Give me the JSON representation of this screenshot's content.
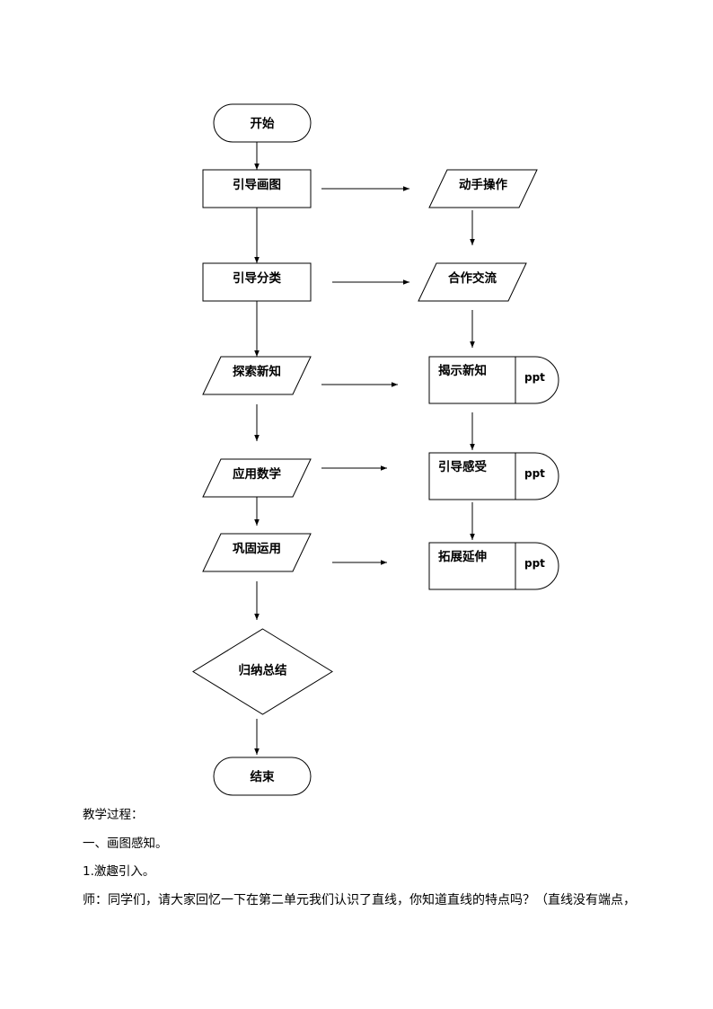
{
  "diagram": {
    "nodes": [
      {
        "id": "start",
        "label": "开始",
        "shape": "terminal"
      },
      {
        "id": "guide-draw",
        "label": "引导画图",
        "shape": "process"
      },
      {
        "id": "hands-on",
        "label": "动手操作",
        "shape": "io"
      },
      {
        "id": "guide-classify",
        "label": "引导分类",
        "shape": "process"
      },
      {
        "id": "cooperate",
        "label": "合作交流",
        "shape": "io"
      },
      {
        "id": "explore",
        "label": "探索新知",
        "shape": "io"
      },
      {
        "id": "reveal",
        "label": "揭示新知",
        "shape": "display",
        "tag": "ppt"
      },
      {
        "id": "apply-math",
        "label": "应用数学",
        "shape": "io"
      },
      {
        "id": "guide-feel",
        "label": "引导感受",
        "shape": "display",
        "tag": "ppt"
      },
      {
        "id": "consolidate",
        "label": "巩固运用",
        "shape": "io"
      },
      {
        "id": "extend",
        "label": "拓展延伸",
        "shape": "display",
        "tag": "ppt"
      },
      {
        "id": "summarize",
        "label": "归纳总结",
        "shape": "decision"
      },
      {
        "id": "end",
        "label": "结束",
        "shape": "terminal"
      }
    ],
    "edges": [
      {
        "from": "start",
        "to": "guide-draw"
      },
      {
        "from": "guide-draw",
        "to": "guide-classify"
      },
      {
        "from": "guide-classify",
        "to": "explore"
      },
      {
        "from": "explore",
        "to": "apply-math"
      },
      {
        "from": "apply-math",
        "to": "consolidate"
      },
      {
        "from": "consolidate",
        "to": "summarize"
      },
      {
        "from": "summarize",
        "to": "end"
      },
      {
        "from": "guide-draw",
        "to": "hands-on"
      },
      {
        "from": "guide-classify",
        "to": "cooperate"
      },
      {
        "from": "explore",
        "to": "reveal"
      },
      {
        "from": "apply-math",
        "to": "guide-feel"
      },
      {
        "from": "consolidate",
        "to": "extend"
      },
      {
        "from": "hands-on",
        "to": "cooperate"
      },
      {
        "from": "cooperate",
        "to": "reveal"
      },
      {
        "from": "reveal",
        "to": "guide-feel"
      },
      {
        "from": "guide-feel",
        "to": "extend"
      }
    ]
  },
  "text": {
    "heading": "教学过程：",
    "section": "一、画图感知。",
    "subsection": "1.激趣引入。",
    "paragraph": "师：同学们，请大家回忆一下在第二单元我们认识了直线，你知道直线的特点吗？（直线没有端点，"
  }
}
